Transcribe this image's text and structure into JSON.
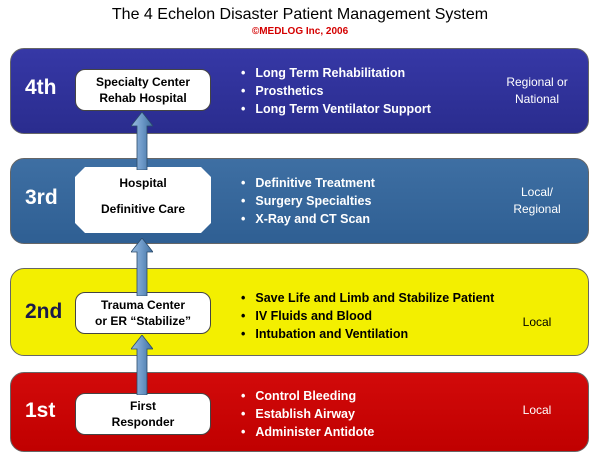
{
  "title": "The 4 Echelon Disaster Patient Management System",
  "subtitle": "©MEDLOG Inc, 2006",
  "tiers": [
    {
      "level": "4th",
      "facility_lines": [
        "Specialty Center",
        "Rehab Hospital"
      ],
      "bullets": [
        "Long Term Rehabilitation",
        "Prosthetics",
        "Long Term Ventilator Support"
      ],
      "scope_lines": [
        "Regional or",
        "National"
      ]
    },
    {
      "level": "3rd",
      "facility_lines": [
        "Hospital",
        "Definitive Care"
      ],
      "bullets": [
        "Definitive Treatment",
        "Surgery Specialties",
        "X-Ray and CT Scan"
      ],
      "scope_lines": [
        "Local/",
        "Regional"
      ]
    },
    {
      "level": "2nd",
      "facility_lines": [
        "Trauma Center",
        "or ER “Stabilize”"
      ],
      "bullets": [
        "Save Life and Limb and Stabilize Patient",
        "IV Fluids and Blood",
        "Intubation and Ventilation"
      ],
      "scope_lines": [
        "Local"
      ]
    },
    {
      "level": "1st",
      "facility_lines": [
        "First",
        "Responder"
      ],
      "bullets": [
        "Control Bleeding",
        "Establish Airway",
        "Administer Antidote"
      ],
      "scope_lines": [
        "Local"
      ]
    }
  ],
  "colors": {
    "tier_4": "#2f3199",
    "tier_3": "#3566a0",
    "tier_2": "#f3ef00",
    "tier_1": "#c80000",
    "subtitle": "#d40000",
    "arrow": "#6d99c8"
  },
  "icons": [
    "up-arrow-icon"
  ]
}
